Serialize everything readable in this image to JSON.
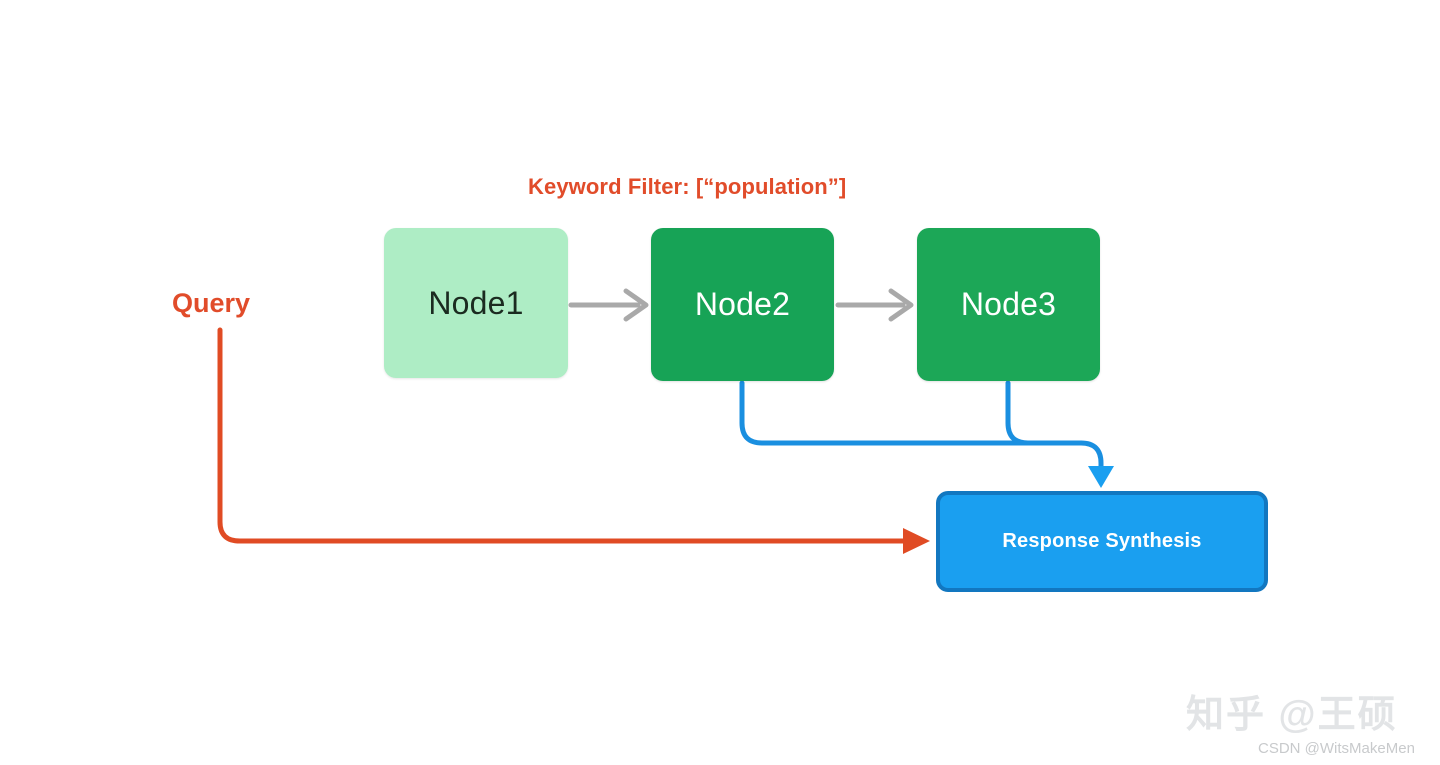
{
  "diagram": {
    "background_color": "#ffffff",
    "labels": {
      "keyword_filter": "Keyword Filter: [“population”]",
      "query": "Query"
    },
    "nodes": [
      {
        "id": "node1",
        "label": "Node1",
        "fill": "#aeedc5",
        "text_color": "#1b2b20",
        "state": "unfiltered"
      },
      {
        "id": "node2",
        "label": "Node2",
        "fill": "#17a356",
        "text_color": "#ffffff",
        "state": "matched"
      },
      {
        "id": "node3",
        "label": "Node3",
        "fill": "#1ca757",
        "text_color": "#ffffff",
        "state": "matched"
      }
    ],
    "output_box": {
      "label": "Response Synthesis",
      "fill": "#1a9ff0",
      "border_color": "#1277c0",
      "text_color": "#ffffff"
    },
    "connectors": [
      {
        "id": "node1-to-node2",
        "kind": "straight-arrow",
        "color": "#a9a9a9",
        "from": "node1",
        "to": "node2"
      },
      {
        "id": "node2-to-node3",
        "kind": "straight-arrow",
        "color": "#a9a9a9",
        "from": "node2",
        "to": "node3"
      },
      {
        "id": "node2-to-response",
        "kind": "elbow-curve",
        "color": "#1a8fe0",
        "from": "node2",
        "to": "output_box"
      },
      {
        "id": "node3-to-response",
        "kind": "elbow-curve",
        "color": "#1a8fe0",
        "from": "node3",
        "to": "output_box"
      },
      {
        "id": "query-to-response",
        "kind": "elbow-arrow",
        "color": "#e04b24",
        "from": "query",
        "to": "output_box"
      }
    ]
  },
  "watermark": {
    "primary": "知乎 @王硕",
    "secondary": "CSDN @WitsMakeMen"
  }
}
